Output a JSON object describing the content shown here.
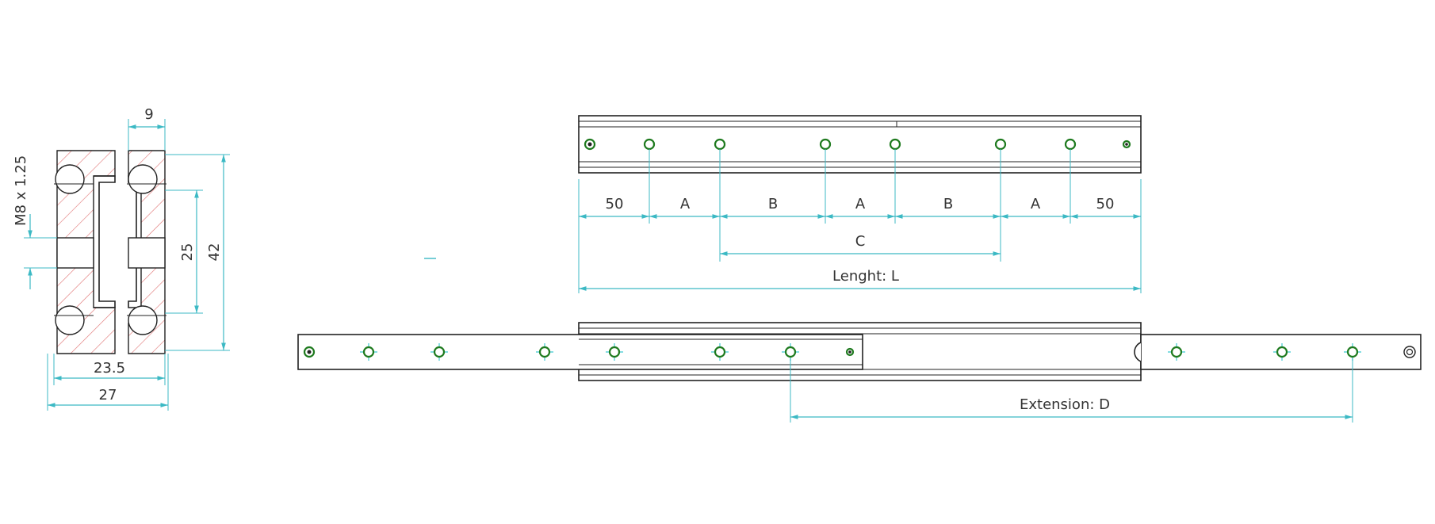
{
  "colors": {
    "dimension": "#3cb9c4",
    "outline": "#222222",
    "section_hatch": "#e07070",
    "hole_ring": "#1e7a1e",
    "text": "#333333"
  },
  "section_view": {
    "top_width": "9",
    "thread": "M8 x 1.25",
    "inner_height": "25",
    "outer_height": "42",
    "inner_width": "23.5",
    "outer_width": "27"
  },
  "rail_view": {
    "labels": [
      "50",
      "A",
      "B",
      "A",
      "B",
      "A",
      "50"
    ],
    "span_c": "C",
    "length": "Lenght: L"
  },
  "extension_view": {
    "extension": "Extension: D"
  }
}
